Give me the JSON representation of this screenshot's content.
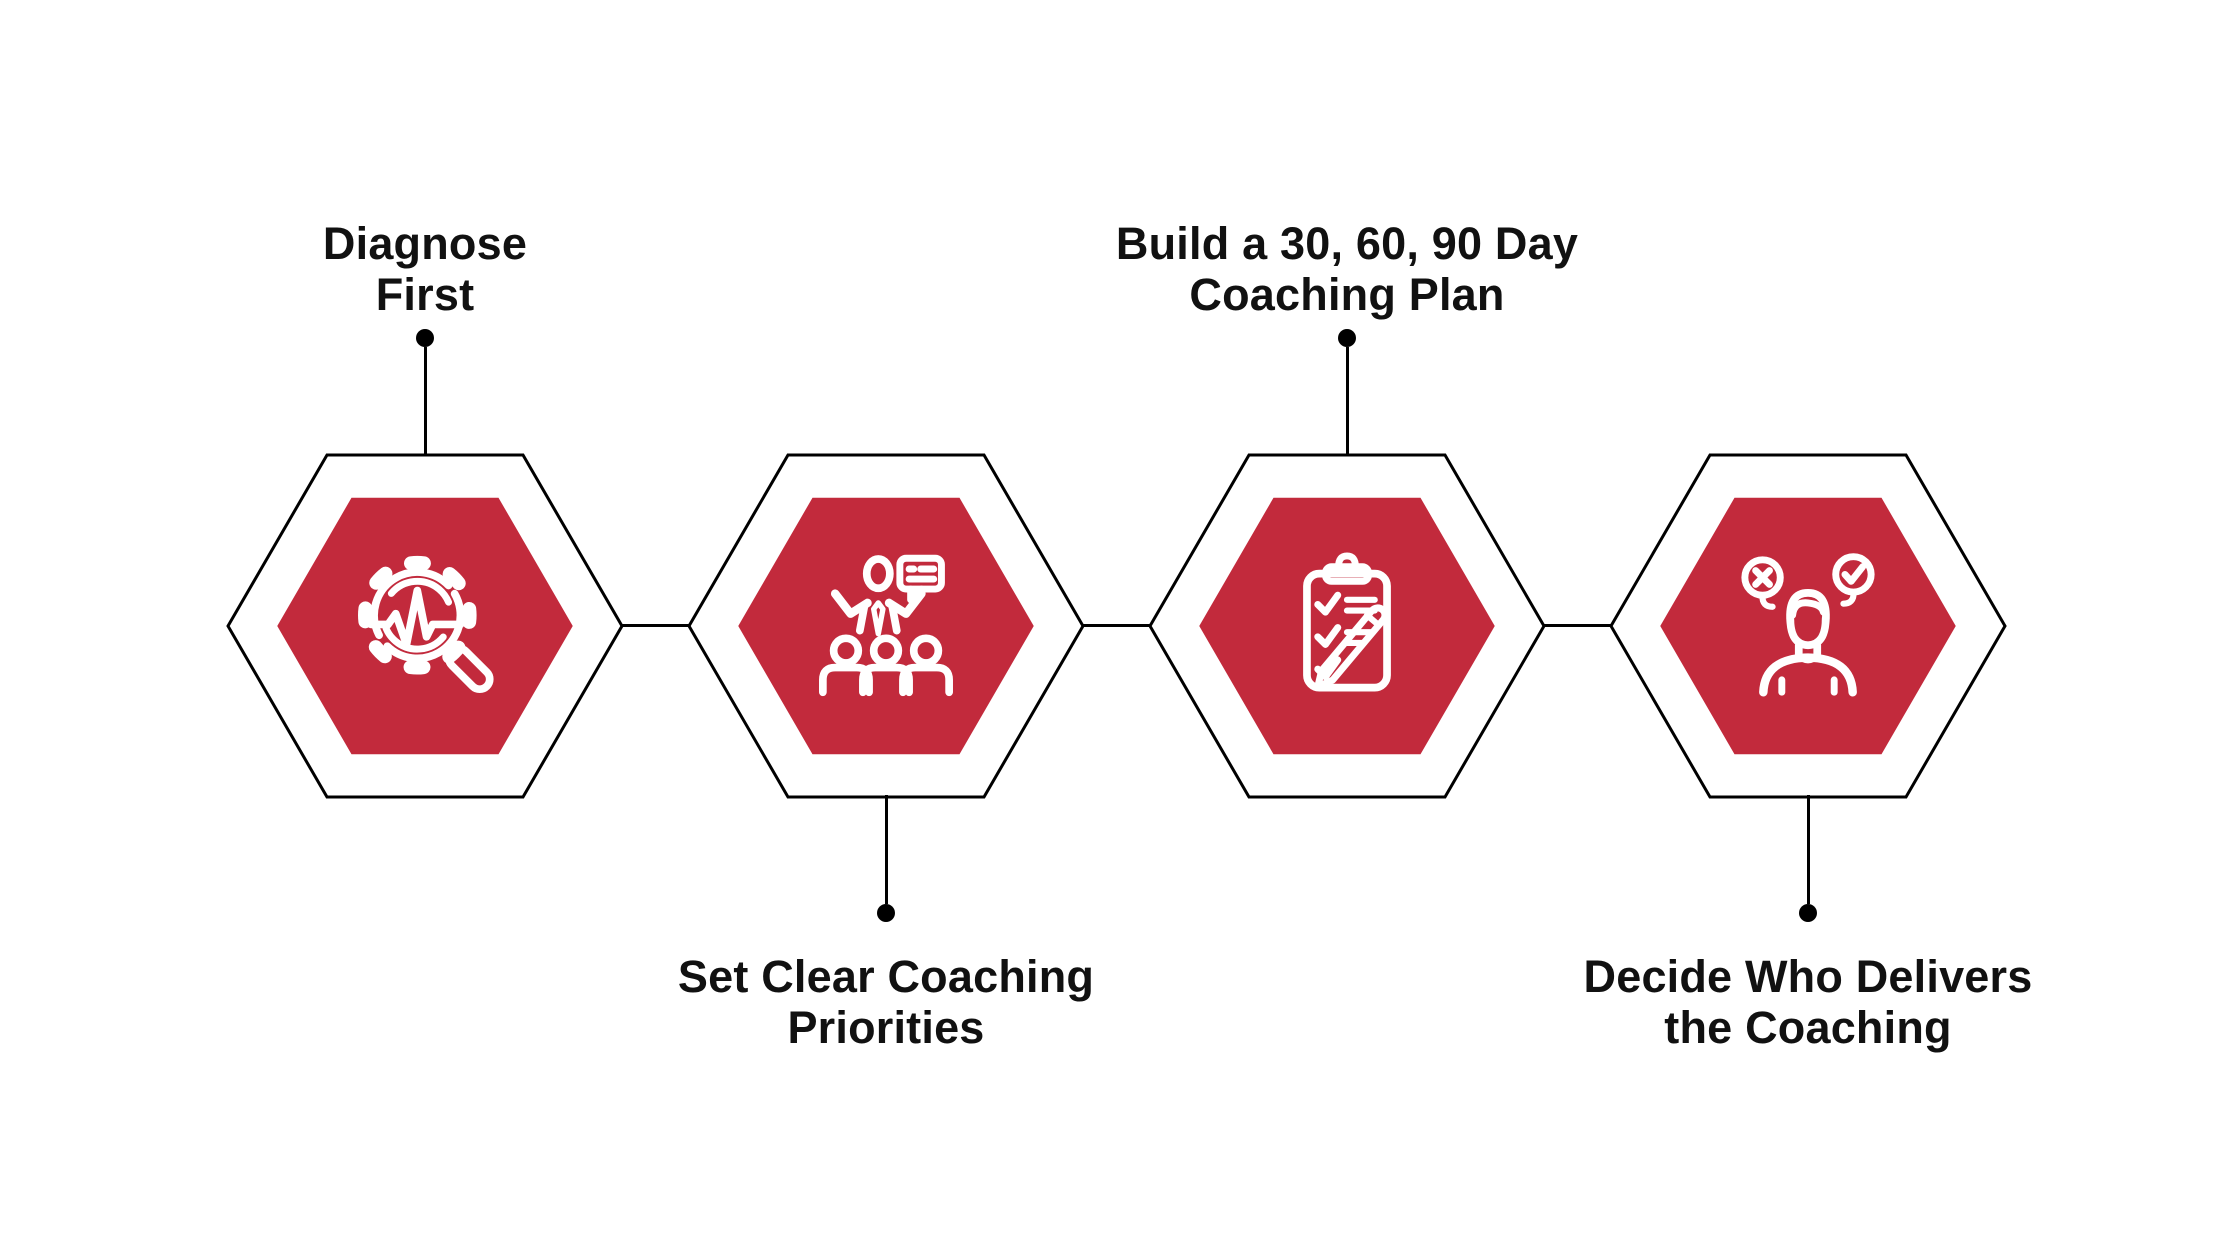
{
  "diagram": {
    "type": "process-infographic",
    "background_color": "#FFFFFF",
    "accent_color": "#C22A3C",
    "outline_color": "#000000",
    "text_color": "#111111",
    "icon_color": "#FFFFFF",
    "steps": [
      {
        "position": "top",
        "label": "Diagnose\nFirst",
        "icon": "diagnose-magnifier-gear-pulse-icon"
      },
      {
        "position": "bottom",
        "label": "Set Clear Coaching\nPriorities",
        "icon": "presenter-audience-icon"
      },
      {
        "position": "top",
        "label": "Build a 30, 60, 90 Day\nCoaching Plan",
        "icon": "clipboard-checklist-pen-icon"
      },
      {
        "position": "bottom",
        "label": "Decide Who Delivers\nthe Coaching",
        "icon": "person-decision-check-cross-icon"
      }
    ]
  }
}
